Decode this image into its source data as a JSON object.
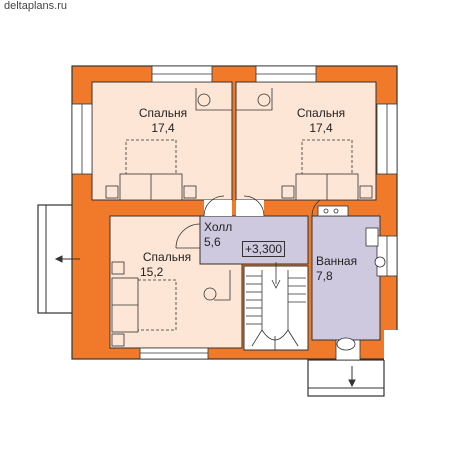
{
  "watermark": "deltaplans.ru",
  "rooms": {
    "bedroom_nw": {
      "name": "Спальня",
      "area": "17,4"
    },
    "bedroom_ne": {
      "name": "Спальня",
      "area": "17,4"
    },
    "bedroom_sw": {
      "name": "Спальня",
      "area": "15,2"
    },
    "hall": {
      "name": "Холл",
      "area": "5,6"
    },
    "bath": {
      "name": "Ванная",
      "area": "7,8"
    }
  },
  "elevation_mark": "+3,300",
  "colors": {
    "wall": "#f07a2a",
    "room": "#fde6d6",
    "wet": "#cfc9df",
    "line": "#444444"
  }
}
